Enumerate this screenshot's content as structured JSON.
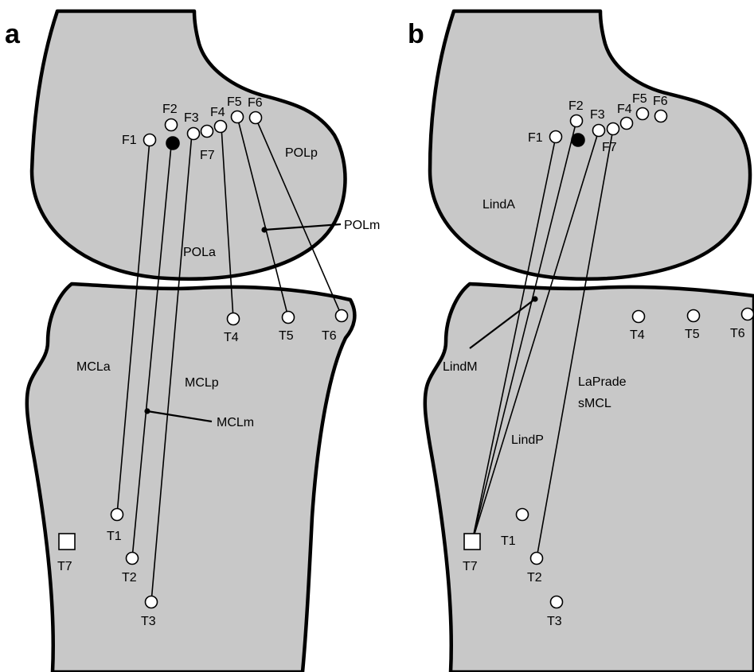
{
  "panels": [
    {
      "letter": "a",
      "femur_points": [
        "F1",
        "F2",
        "F3",
        "F4",
        "F5",
        "F6",
        "F7"
      ],
      "tibia_points": [
        "T1",
        "T2",
        "T3",
        "T4",
        "T5",
        "T6",
        "T7"
      ],
      "ligament_labels": [
        "POLp",
        "POLm",
        "POLa",
        "MCLa",
        "MCLp",
        "MCLm"
      ]
    },
    {
      "letter": "b",
      "femur_points": [
        "F1",
        "F2",
        "F3",
        "F4",
        "F5",
        "F6",
        "F7"
      ],
      "tibia_points": [
        "T1",
        "T2",
        "T3",
        "T4",
        "T5",
        "T6",
        "T7"
      ],
      "ligament_labels": [
        "LindA",
        "LindM",
        "LindP",
        "LaPrade",
        "sMCL"
      ]
    }
  ],
  "colors": {
    "bone_fill": "#c8c8c8",
    "outline": "#000000",
    "point_fill": "#ffffff"
  }
}
